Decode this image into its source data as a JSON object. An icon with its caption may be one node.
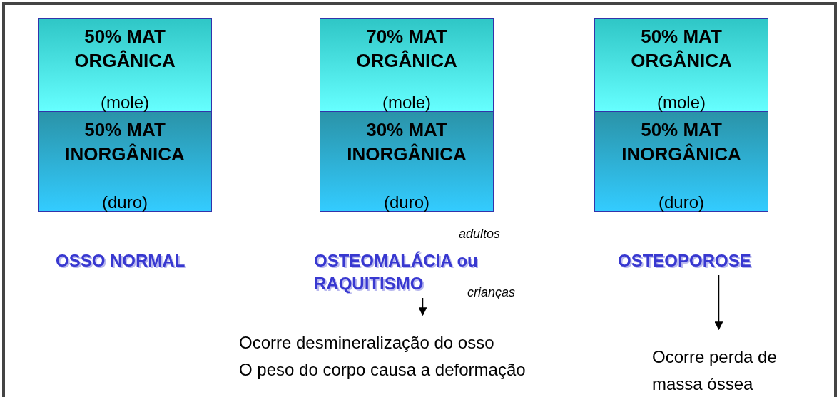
{
  "diagram": {
    "nodes": [
      {
        "text": [
          "50% MAT ORGÂNICA",
          "(mole)"
        ]
      },
      {
        "text": [
          "50% MAT INORGÂNICA",
          "(duro)"
        ]
      },
      {
        "text": [
          "70% MAT ORGÂNICA",
          "(mole)"
        ]
      },
      {
        "text": [
          "30% MAT INORGÂNICA",
          "(duro)"
        ]
      },
      {
        "text": [
          "50% MAT ORGÂNICA",
          "(mole)"
        ]
      },
      {
        "text": [
          "50% MAT INORGÂNICA",
          "(duro)"
        ]
      },
      {
        "text": [
          "OSTEOMALÁCIA ou RAQUITISMO"
        ],
        "beside": [
          "adultos",
          "crianças"
        ]
      },
      {
        "text": [
          "Ocorre desmineralização do osso",
          "O peso do corpo causa a deformação"
        ]
      },
      {
        "text": [
          "OSTEOPOROSE"
        ]
      },
      {
        "text": [
          "Ocorre perda de massa óssea"
        ]
      }
    ],
    "edges": [
      {
        "from": 6,
        "to": 7,
        "arrow": "to"
      },
      {
        "from": 8,
        "to": 9,
        "arrow": "to"
      }
    ],
    "labels": [
      "OSSO NORMAL"
    ]
  }
}
